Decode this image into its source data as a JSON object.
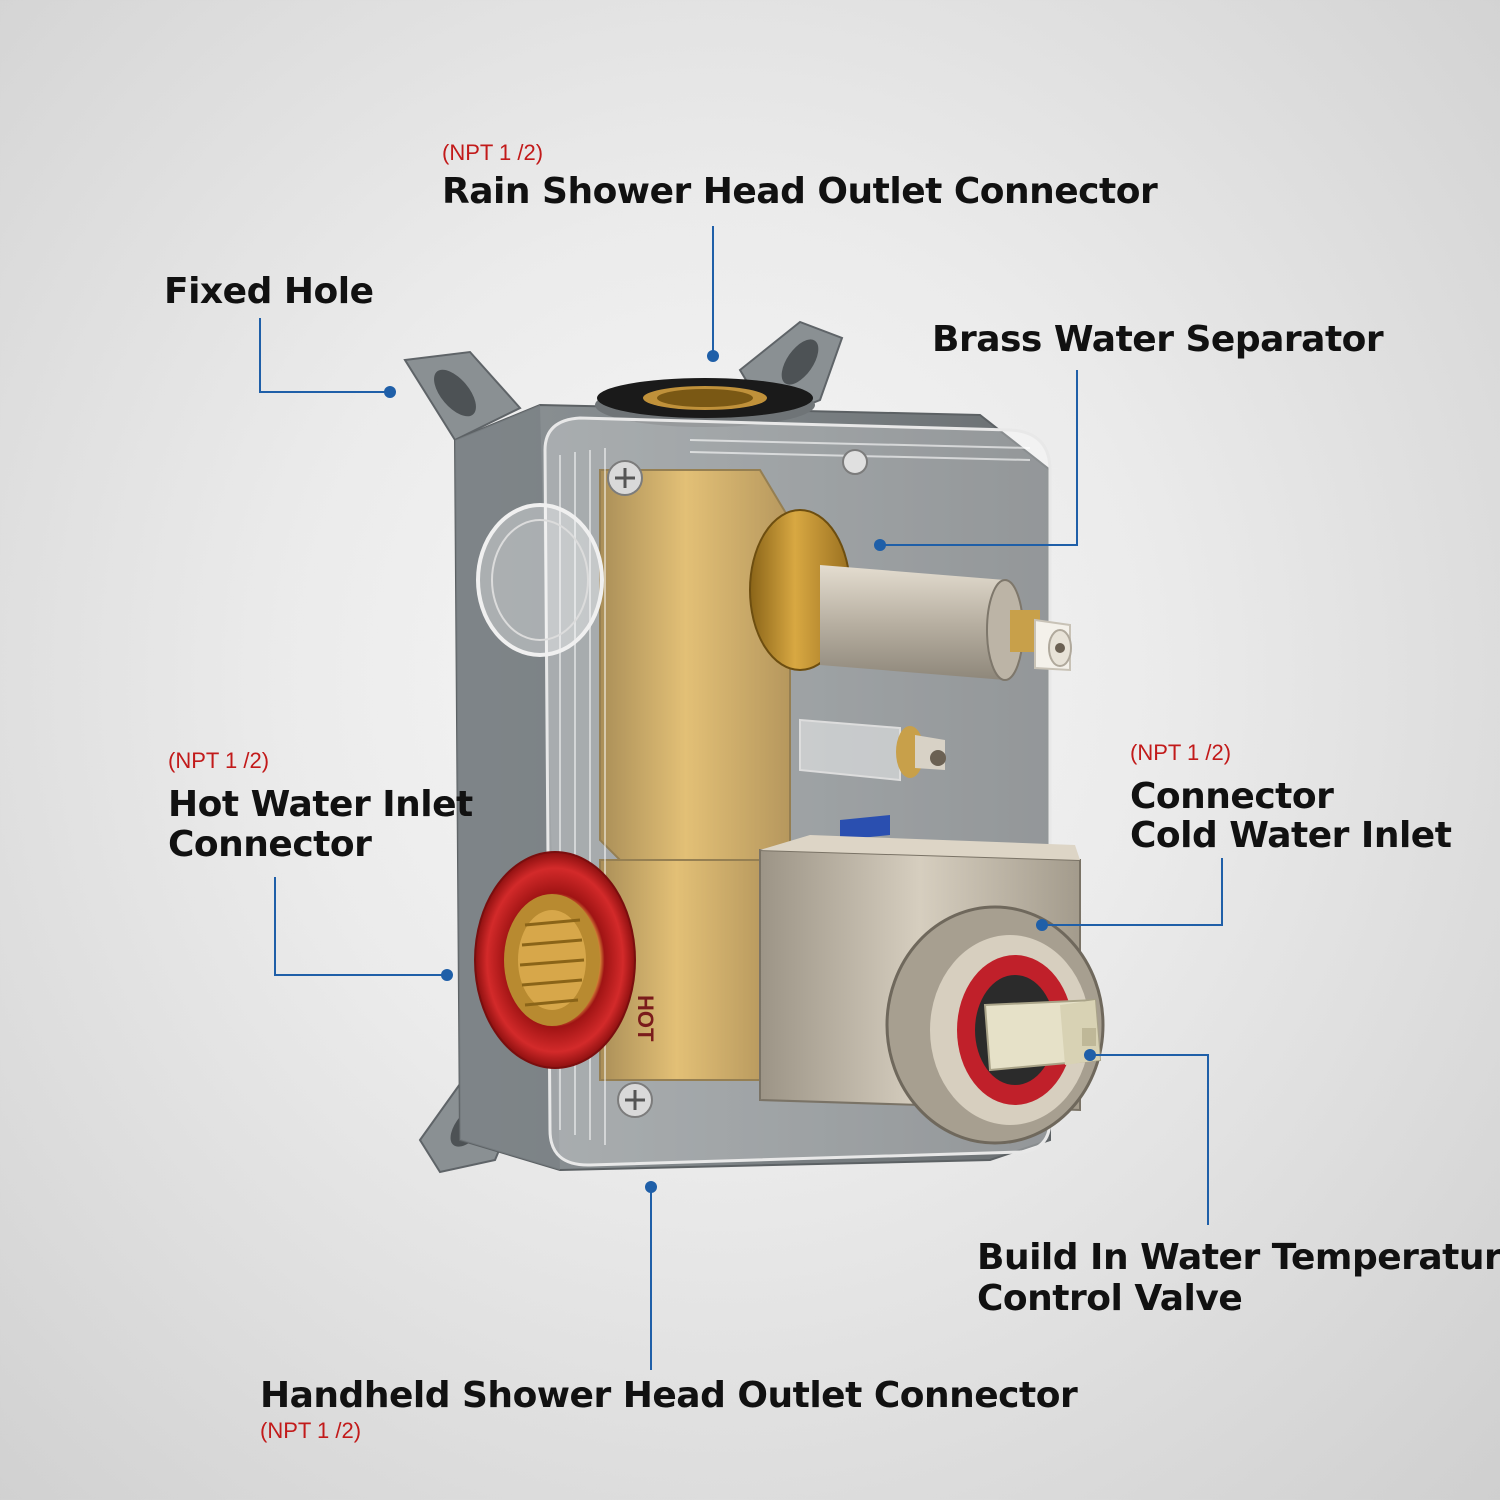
{
  "colors": {
    "spec_text": "#c21a1a",
    "leader_line": "#1f5fa8",
    "background": "#ececec"
  },
  "labels": {
    "rain_outlet": {
      "spec": "(NPT 1 /2)",
      "name": "Rain Shower Head Outlet Connector"
    },
    "fixed_hole": {
      "name": "Fixed Hole"
    },
    "brass_separator": {
      "name": "Brass Water Separator"
    },
    "hot_inlet": {
      "spec": "(NPT 1 /2)",
      "name_line1": "Hot Water Inlet",
      "name_line2": "Connector"
    },
    "cold_inlet": {
      "spec": "(NPT 1 /2)",
      "name_line1": "Connector",
      "name_line2": "Cold Water Inlet"
    },
    "temp_valve": {
      "name_line1": "Build In Water Temperature",
      "name_line2": "Control Valve"
    },
    "handheld_outlet": {
      "name": "Handheld Shower Head Outlet Connector",
      "spec": "(NPT 1 /2)"
    }
  },
  "product_markings": {
    "hot_port_mark": "HOT"
  }
}
